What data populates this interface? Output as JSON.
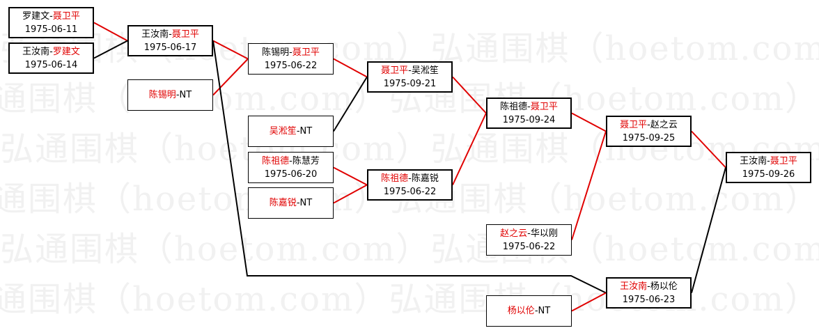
{
  "watermark": "弘通围棋（hoetom.com）",
  "matches": [
    {
      "id": "m1",
      "p1": "罗建文",
      "p2": "聂卫平",
      "winner": 2,
      "date": "1975-06-11"
    },
    {
      "id": "m2",
      "p1": "王汝南",
      "p2": "罗建文",
      "winner": 2,
      "date": "1975-06-14"
    },
    {
      "id": "m3",
      "p1": "王汝南",
      "p2": "聂卫平",
      "winner": 2,
      "date": "1975-06-17"
    },
    {
      "id": "m4",
      "p1": "陈锡明",
      "p2": "NT",
      "winner": 1,
      "date": ""
    },
    {
      "id": "m5",
      "p1": "陈锡明",
      "p2": "聂卫平",
      "winner": 2,
      "date": "1975-06-22"
    },
    {
      "id": "m6",
      "p1": "吴淞笙",
      "p2": "NT",
      "winner": 1,
      "date": ""
    },
    {
      "id": "m7",
      "p1": "聂卫平",
      "p2": "吴淞笙",
      "winner": 1,
      "date": "1975-09-21"
    },
    {
      "id": "m8",
      "p1": "陈祖德",
      "p2": "陈慧芳",
      "winner": 1,
      "date": "1975-06-20"
    },
    {
      "id": "m9",
      "p1": "陈嘉锐",
      "p2": "NT",
      "winner": 1,
      "date": ""
    },
    {
      "id": "m10",
      "p1": "陈祖德",
      "p2": "陈嘉锐",
      "winner": 1,
      "date": "1975-06-22"
    },
    {
      "id": "m11",
      "p1": "陈祖德",
      "p2": "聂卫平",
      "winner": 2,
      "date": "1975-09-24"
    },
    {
      "id": "m12",
      "p1": "赵之云",
      "p2": "华以刚",
      "winner": 1,
      "date": "1975-06-22"
    },
    {
      "id": "m13",
      "p1": "聂卫平",
      "p2": "赵之云",
      "winner": 1,
      "date": "1975-09-25"
    },
    {
      "id": "m14",
      "p1": "杨以伦",
      "p2": "NT",
      "winner": 1,
      "date": ""
    },
    {
      "id": "m15",
      "p1": "王汝南",
      "p2": "杨以伦",
      "winner": 1,
      "date": "1975-06-23"
    },
    {
      "id": "m16",
      "p1": "王汝南",
      "p2": "聂卫平",
      "winner": 2,
      "date": "1975-09-26"
    }
  ],
  "connectors": [
    {
      "from": "m1",
      "to": "m3",
      "color": "red"
    },
    {
      "from": "m2",
      "to": "m3",
      "color": "black"
    },
    {
      "from": "m3",
      "to": "m5",
      "color": "red"
    },
    {
      "from": "m4",
      "to": "m5",
      "color": "red"
    },
    {
      "from": "m5",
      "to": "m7",
      "color": "red"
    },
    {
      "from": "m6",
      "to": "m7",
      "color": "black"
    },
    {
      "from": "m8",
      "to": "m10",
      "color": "red"
    },
    {
      "from": "m9",
      "to": "m10",
      "color": "red"
    },
    {
      "from": "m7",
      "to": "m11",
      "color": "red"
    },
    {
      "from": "m10",
      "to": "m11",
      "color": "red"
    },
    {
      "from": "m11",
      "to": "m13",
      "color": "red"
    },
    {
      "from": "m12",
      "to": "m13",
      "color": "red"
    },
    {
      "from": "m3",
      "to": "m15",
      "color": "black"
    },
    {
      "from": "m14",
      "to": "m15",
      "color": "red"
    },
    {
      "from": "m13",
      "to": "m16",
      "color": "red"
    },
    {
      "from": "m15",
      "to": "m16",
      "color": "black"
    }
  ]
}
